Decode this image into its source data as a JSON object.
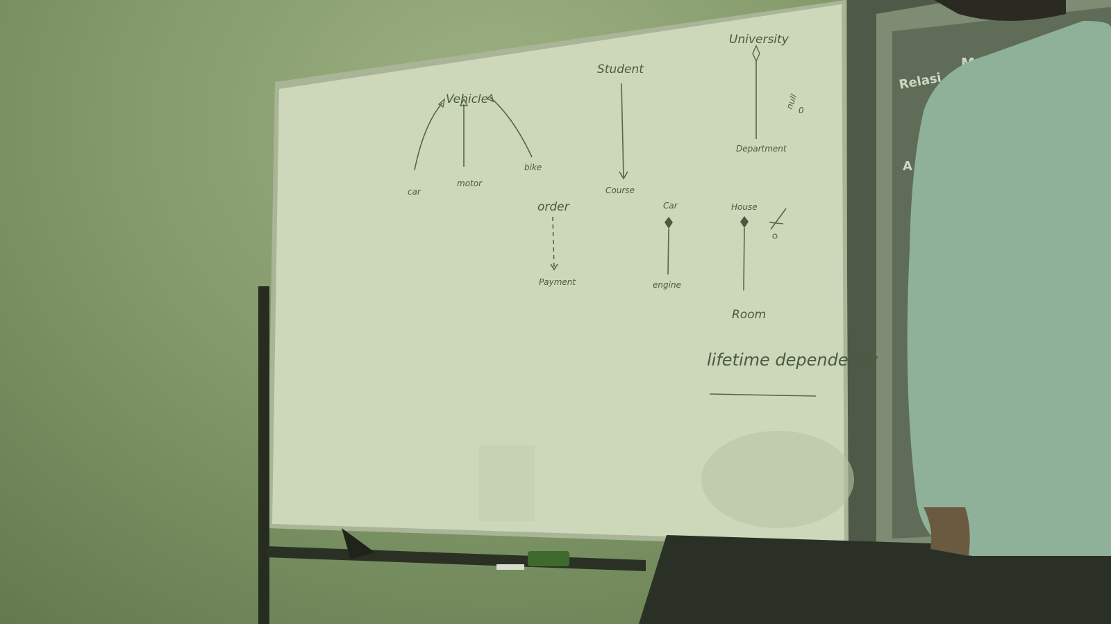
{
  "photo": {
    "description_tags": [
      "whiteboard",
      "lecture",
      "uml-diagram"
    ],
    "whiteboard_labels": {
      "vehicle": "Vehicle",
      "car_child": "car",
      "motor": "motor",
      "bike": "bike",
      "student": "Student",
      "course": "Course",
      "university": "University",
      "department": "Department",
      "null_note": "null",
      "null_circle": "0",
      "order": "order",
      "payment": "Payment",
      "car2": "Car",
      "engine": "engine",
      "house": "House",
      "room": "Room",
      "lifetime": "lifetime dependency"
    },
    "projector_labels": {
      "relasi": "Relasi",
      "mo": "Mo",
      "a": "A"
    },
    "colors": {
      "board": "#c9d6b6",
      "ink": "#4a5a3e",
      "shirt": "#8fb19a",
      "screen": "#5d6a56"
    }
  }
}
